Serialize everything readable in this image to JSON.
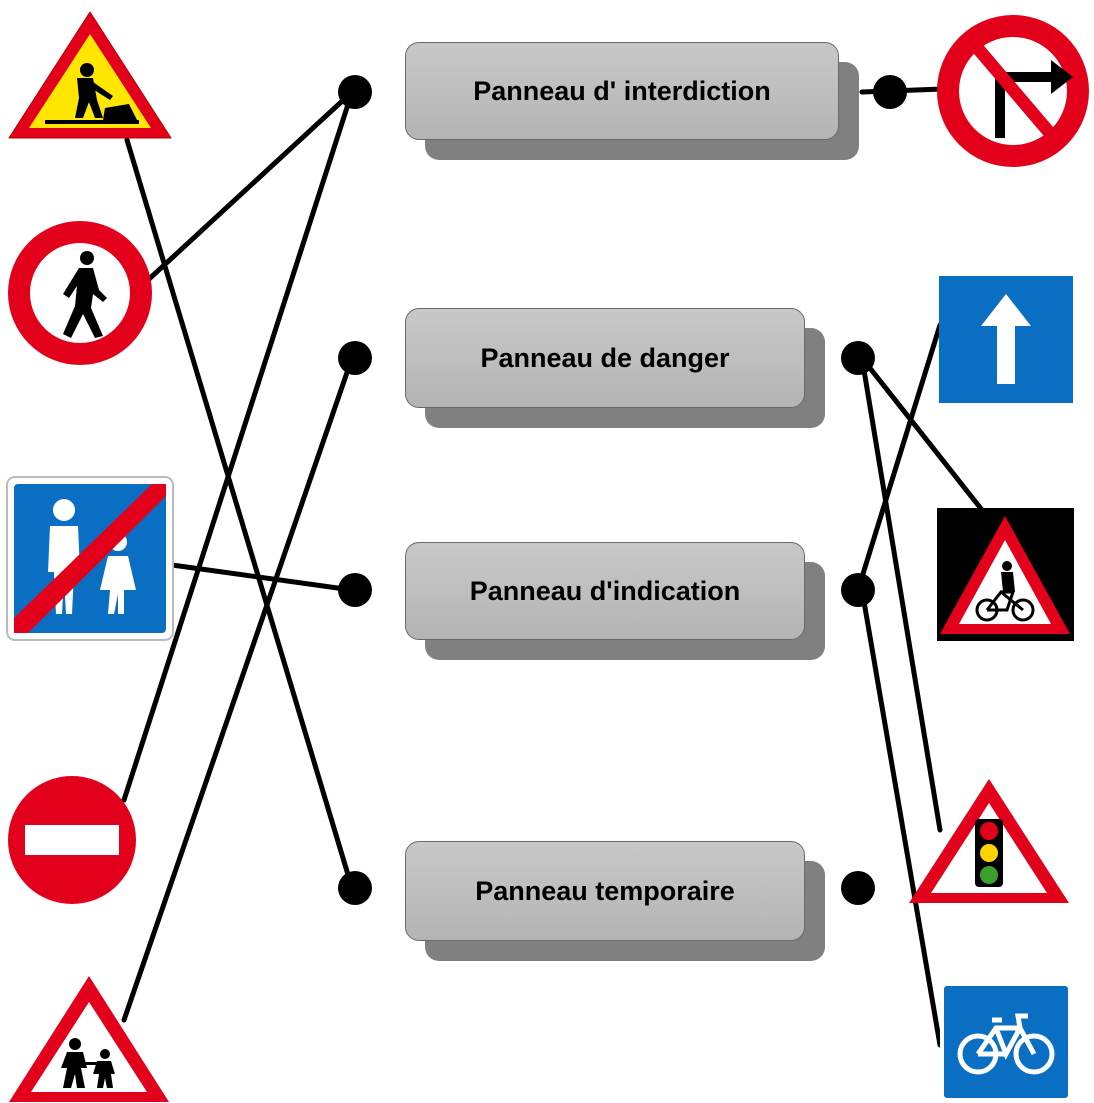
{
  "categories": [
    {
      "id": "interdiction",
      "label": "Panneau d' interdiction"
    },
    {
      "id": "danger",
      "label": "Panneau de danger"
    },
    {
      "id": "indication",
      "label": "Panneau d'indication"
    },
    {
      "id": "temporaire",
      "label": "Panneau temporaire"
    }
  ],
  "left_signs": [
    {
      "id": "travaux",
      "icon": "roadworks-sign-icon"
    },
    {
      "id": "pietons-interdits",
      "icon": "no-pedestrians-sign-icon"
    },
    {
      "id": "fin-zone-pietonne",
      "icon": "end-pedestrian-zone-sign-icon"
    },
    {
      "id": "sens-interdit",
      "icon": "no-entry-sign-icon"
    },
    {
      "id": "enfants",
      "icon": "children-crossing-sign-icon"
    }
  ],
  "right_signs": [
    {
      "id": "interdiction-tourner-droite",
      "icon": "no-right-turn-sign-icon"
    },
    {
      "id": "sens-unique",
      "icon": "one-way-sign-icon"
    },
    {
      "id": "cyclistes",
      "icon": "cyclists-warning-sign-icon"
    },
    {
      "id": "feux",
      "icon": "traffic-lights-warning-sign-icon"
    },
    {
      "id": "piste-cyclable",
      "icon": "bicycle-path-sign-icon"
    }
  ],
  "connections": [
    {
      "from": "travaux",
      "to": "temporaire"
    },
    {
      "from": "pietons-interdits",
      "to": "interdiction"
    },
    {
      "from": "fin-zone-pietonne",
      "to": "indication"
    },
    {
      "from": "sens-interdit",
      "to": "interdiction"
    },
    {
      "from": "enfants",
      "to": "danger"
    },
    {
      "from": "interdiction-tourner-droite",
      "to": "interdiction"
    },
    {
      "from": "sens-unique",
      "to": "indication"
    },
    {
      "from": "cyclistes",
      "to": "danger"
    },
    {
      "from": "feux",
      "to": "danger"
    },
    {
      "from": "piste-cyclable",
      "to": "indication"
    }
  ],
  "colors": {
    "sign_red": "#e3001b",
    "sign_blue": "#0a6fc2",
    "sign_yellow": "#ffe600",
    "box_fill": "#bebebe",
    "box_shadow": "#808080",
    "line": "#000000"
  }
}
